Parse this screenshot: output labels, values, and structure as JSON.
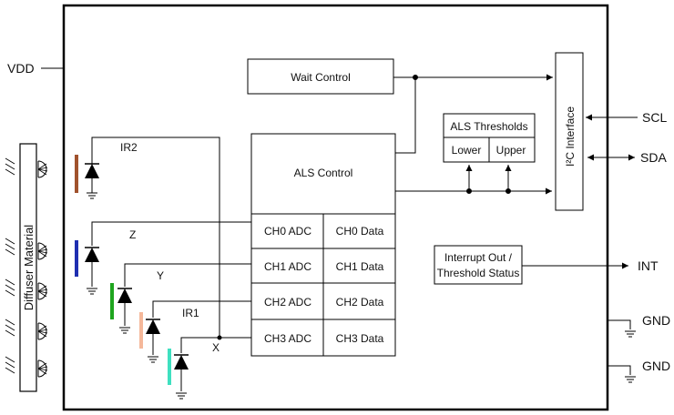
{
  "pins": {
    "vdd": "VDD",
    "scl": "SCL",
    "sda": "SDA",
    "int": "INT",
    "gnd1": "GND",
    "gnd2": "GND"
  },
  "blocks": {
    "wait_control": "Wait Control",
    "als_control": "ALS Control",
    "i2c_interface": "I²C Interface",
    "als_thresholds": "ALS Thresholds",
    "lower": "Lower",
    "upper": "Upper",
    "interrupt_line1": "Interrupt Out /",
    "interrupt_line2": "Threshold Status",
    "adc_rows": [
      {
        "adc": "CH0 ADC",
        "data": "CH0 Data"
      },
      {
        "adc": "CH1 ADC",
        "data": "CH1 Data"
      },
      {
        "adc": "CH2 ADC",
        "data": "CH2 Data"
      },
      {
        "adc": "CH3 ADC",
        "data": "CH3 Data"
      }
    ]
  },
  "photodiodes": [
    {
      "label": "IR2",
      "filter_color": "#a0522d"
    },
    {
      "label": "Z",
      "filter_color": "#1f2fb0"
    },
    {
      "label": "Y",
      "filter_color": "#1fa51f"
    },
    {
      "label": "IR1",
      "filter_color": "#f5b89a"
    },
    {
      "label": "X",
      "filter_color": "#3fe0c0"
    }
  ],
  "diffuser": {
    "label": "Diffuser Material"
  }
}
